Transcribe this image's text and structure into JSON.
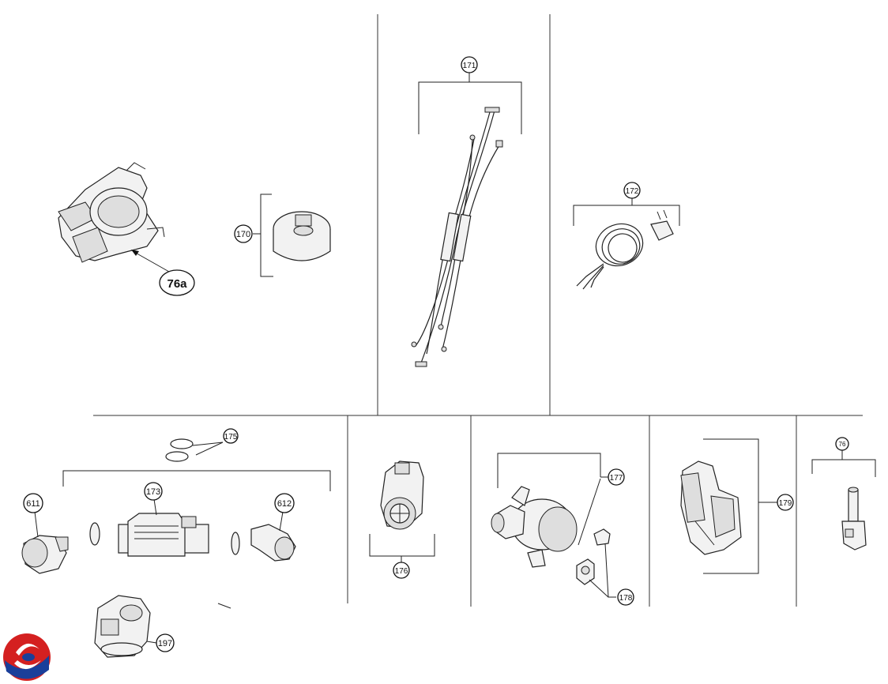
{
  "callouts": {
    "c76a": "76a",
    "c170": "170",
    "c171": "171",
    "c172": "172",
    "c173": "173",
    "c175": "175",
    "c176": "176",
    "c177": "177",
    "c178": "178",
    "c179": "179",
    "c197": "197",
    "c611": "611",
    "c612": "612",
    "c76": "76"
  },
  "logo": {
    "name": "brand-logo",
    "colors": [
      "#d42020",
      "#1a3f9a"
    ]
  }
}
